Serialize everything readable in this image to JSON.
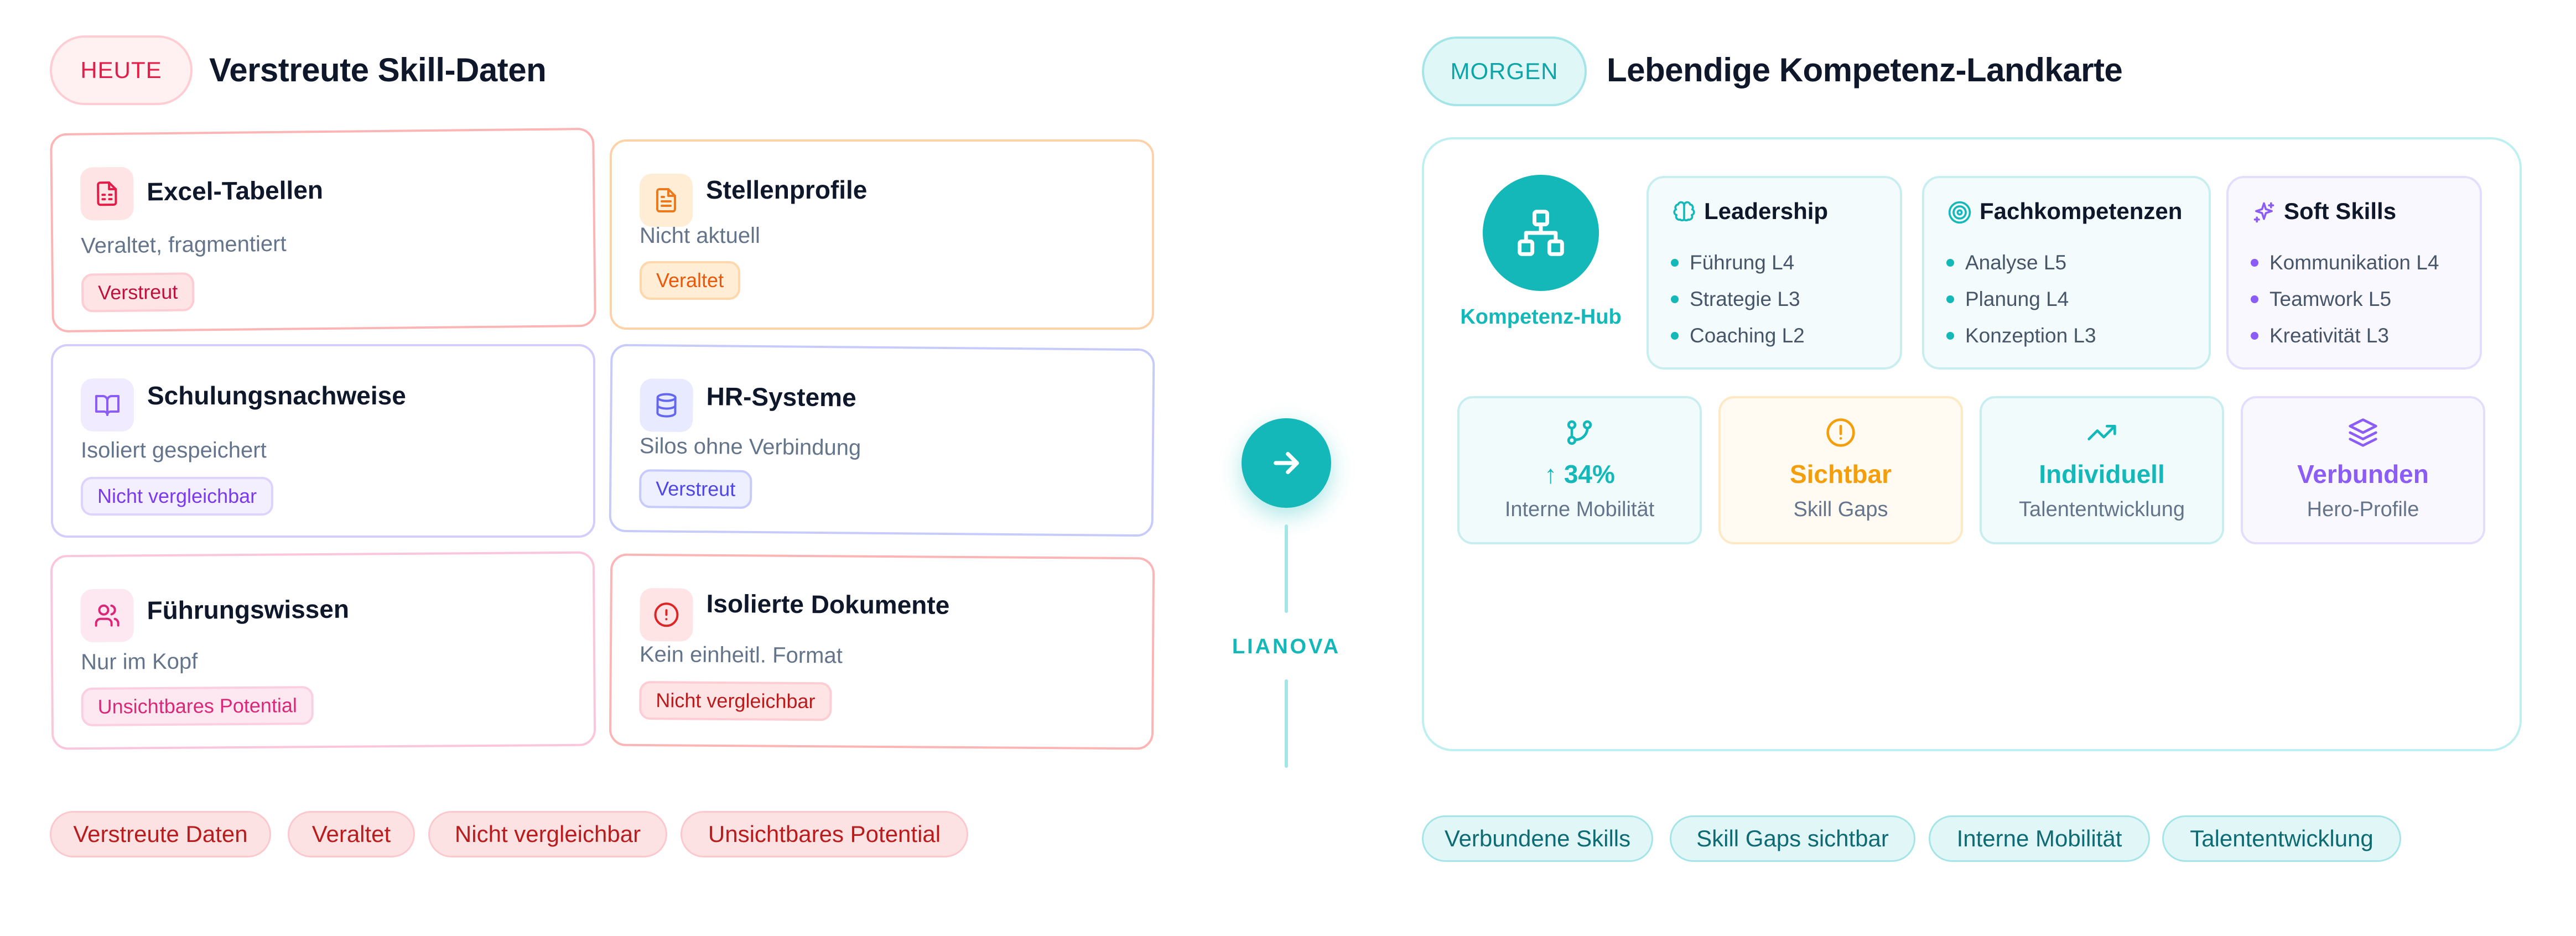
{
  "left": {
    "pill": "HEUTE",
    "title": "Verstreute Skill-Daten",
    "cards": [
      {
        "title": "Excel-Tabellen",
        "subtitle": "Veraltet, fragmentiert",
        "tag": "Verstreut",
        "icon": "spreadsheet-icon"
      },
      {
        "title": "Stellenprofile",
        "subtitle": "Nicht aktuell",
        "tag": "Veraltet",
        "icon": "document-icon"
      },
      {
        "title": "Schulungsnachweise",
        "subtitle": "Isoliert gespeichert",
        "tag": "Nicht vergleichbar",
        "icon": "book-icon"
      },
      {
        "title": "HR-Systeme",
        "subtitle": "Silos ohne Verbindung",
        "tag": "Verstreut",
        "icon": "database-icon"
      },
      {
        "title": "Führungswissen",
        "subtitle": "Nur im Kopf",
        "tag": "Unsichtbares Potential",
        "icon": "users-icon"
      },
      {
        "title": "Isolierte Dokumente",
        "subtitle": "Kein einheitl. Format",
        "tag": "Nicht vergleichbar",
        "icon": "alert-icon"
      }
    ],
    "bottom_tags": [
      "Verstreute Daten",
      "Veraltet",
      "Nicht vergleichbar",
      "Unsichtbares Potential"
    ]
  },
  "center": {
    "label": "LIANOVA",
    "icon": "arrow-right-icon"
  },
  "right": {
    "pill": "MORGEN",
    "title": "Lebendige Kompetenz-Landkarte",
    "hub_label": "Kompetenz-Hub",
    "skill_groups": [
      {
        "title": "Leadership",
        "icon": "brain-icon",
        "items": [
          "Führung L4",
          "Strategie L3",
          "Coaching L2"
        ]
      },
      {
        "title": "Fachkompetenzen",
        "icon": "target-icon",
        "items": [
          "Analyse L5",
          "Planung L4",
          "Konzeption L3"
        ]
      },
      {
        "title": "Soft Skills",
        "icon": "sparkles-icon",
        "items": [
          "Kommunikation L4",
          "Teamwork L5",
          "Kreativität L3"
        ]
      }
    ],
    "metrics": [
      {
        "value": "↑ 34%",
        "label": "Interne Mobilität",
        "icon": "git-branch-icon"
      },
      {
        "value": "Sichtbar",
        "label": "Skill Gaps",
        "icon": "alert-circle-icon"
      },
      {
        "value": "Individuell",
        "label": "Talententwicklung",
        "icon": "trending-up-icon"
      },
      {
        "value": "Verbunden",
        "label": "Hero-Profile",
        "icon": "layers-icon"
      }
    ],
    "bottom_tags": [
      "Verbundene Skills",
      "Skill Gaps sichtbar",
      "Interne Mobilität",
      "Talententwicklung"
    ]
  },
  "colors": {
    "red": "#e11d48",
    "orange": "#ea7a1c",
    "purple": "#8b5cf6",
    "indigo": "#6366f1",
    "pink": "#db2777",
    "teal": "#14b8b8",
    "amber": "#f59e0b"
  }
}
